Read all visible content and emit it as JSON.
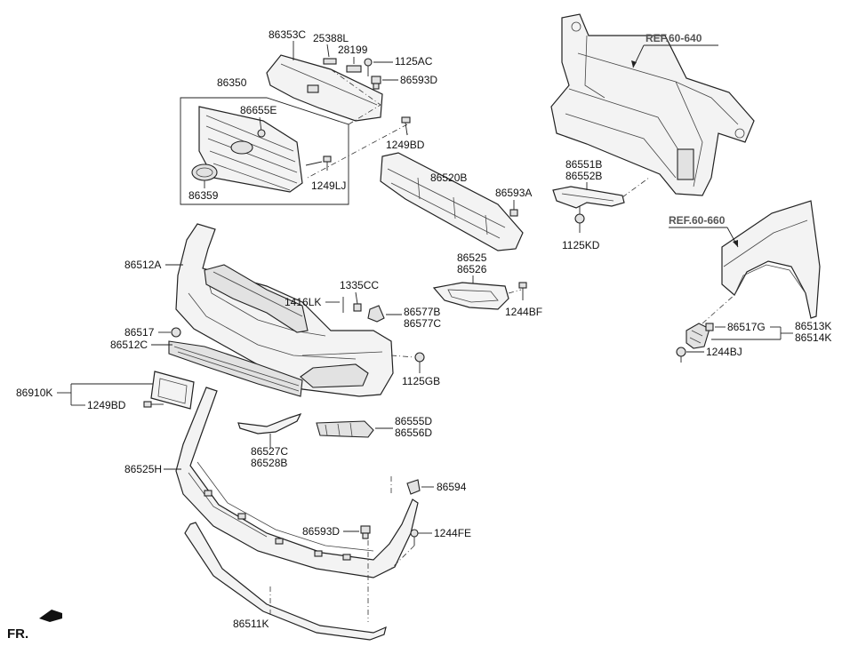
{
  "labels": {
    "p86353C": "86353C",
    "p25388L": "25388L",
    "p28199": "28199",
    "p1125AC": "1125AC",
    "p86593D_top": "86593D",
    "p86350": "86350",
    "p86655E": "86655E",
    "p1249BD_top": "1249BD",
    "p1249LJ": "1249LJ",
    "p86359": "86359",
    "p86520B": "86520B",
    "p86593A": "86593A",
    "p86551B": "86551B",
    "p86552B": "86552B",
    "p1125KD": "1125KD",
    "p86512A": "86512A",
    "p86525": "86525",
    "p86526": "86526",
    "p1335CC": "1335CC",
    "p1416LK": "1416LK",
    "p86577B": "86577B",
    "p86577C": "86577C",
    "p1244BF": "1244BF",
    "p86517": "86517",
    "p86512C": "86512C",
    "p1125GB": "1125GB",
    "p86910K": "86910K",
    "p1249BD_low": "1249BD",
    "p86555D": "86555D",
    "p86556D": "86556D",
    "p86527C": "86527C",
    "p86528B": "86528B",
    "p86525H": "86525H",
    "p86594": "86594",
    "p86593D_low": "86593D",
    "p1244FE": "1244FE",
    "p86511K": "86511K",
    "p86517G": "86517G",
    "p86513K": "86513K",
    "p86514K": "86514K",
    "p1244BJ": "1244BJ"
  },
  "refs": {
    "ref_60_640": "REF.60-640",
    "ref_60_660": "REF.60-660"
  },
  "direction": {
    "label": "FR."
  }
}
